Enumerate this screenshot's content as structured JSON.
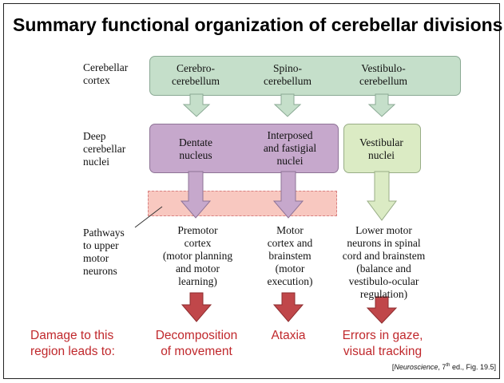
{
  "title": "Summary functional organization of cerebellar divisions",
  "row_labels": {
    "cortex": [
      "Cerebellar",
      "cortex"
    ],
    "nuclei": [
      "Deep",
      "cerebellar",
      "nuclei"
    ],
    "pathways": [
      "Pathways",
      "to upper",
      "motor",
      "neurons"
    ]
  },
  "cortex_divisions": [
    [
      "Cerebro-",
      "cerebellum"
    ],
    [
      "Spino-",
      "cerebellum"
    ],
    [
      "Vestibulo-",
      "cerebellum"
    ]
  ],
  "nuclei": [
    [
      "Dentate",
      "nucleus"
    ],
    [
      "Interposed",
      "and fastigial",
      "nuclei"
    ],
    [
      "Vestibular",
      "nuclei"
    ]
  ],
  "targets": [
    [
      "Premotor",
      "cortex",
      "(motor planning",
      "and motor",
      "learning)"
    ],
    [
      "Motor",
      "cortex and",
      "brainstem",
      "(motor",
      "execution)"
    ],
    [
      "Lower motor",
      "neurons in spinal",
      "cord and brainstem",
      "(balance and",
      "vestibulo-ocular",
      "regulation)"
    ]
  ],
  "damage_label": [
    "Damage to this",
    "region leads to:"
  ],
  "damage_effects": [
    [
      "Decomposition",
      "of movement"
    ],
    [
      "Ataxia"
    ],
    [
      "Errors in gaze,",
      "visual tracking"
    ]
  ],
  "citation": {
    "prefix": "[",
    "source": "Neuroscience",
    "edition": ", 7",
    "sup": "th",
    "rest": " ed., Fig. 19.5]"
  },
  "colors": {
    "cortex": "#c5dfca",
    "deep_nuclei": "#c6a8cc",
    "vestibular_nuclei": "#dbebc4",
    "damage_text": "#c0282c",
    "damage_arrow": "#c0474a"
  }
}
